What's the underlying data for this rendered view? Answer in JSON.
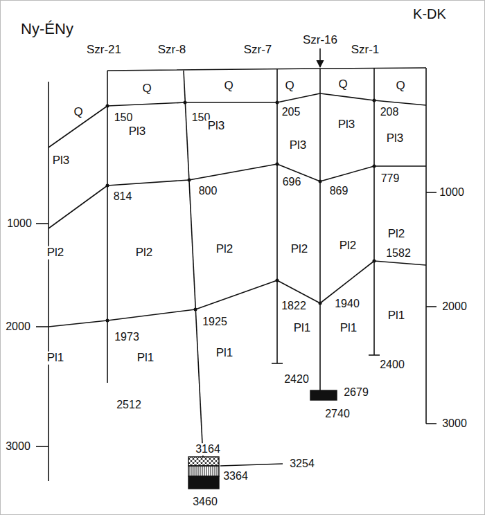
{
  "diagram": {
    "labels": [
      "Ny-ÉNy",
      "K-DK",
      "Szr-21",
      "Szr-8",
      "Szr-7",
      "Szr-16",
      "Szr-1",
      "Q",
      "Q",
      "Q",
      "Q",
      "Q",
      "Q",
      "150",
      "150",
      "205",
      "208",
      "Pl3",
      "Pl3",
      "Pl3",
      "Pl3",
      "Pl3",
      "Pl3",
      "814",
      "800",
      "696",
      "869",
      "779",
      "Pl2",
      "Pl2",
      "Pl2",
      "Pl2",
      "Pl2",
      "Pl2",
      "1582",
      "1973",
      "1925",
      "1822",
      "1940",
      "Pl1",
      "Pl1",
      "Pl1",
      "Pl1",
      "Pl1",
      "Pl1",
      "2512",
      "2420",
      "2400",
      "2679",
      "2740",
      "3164",
      "3254",
      "3364",
      "3460",
      "1000",
      "2000",
      "3000",
      "1000",
      "2000",
      "3000"
    ]
  }
}
